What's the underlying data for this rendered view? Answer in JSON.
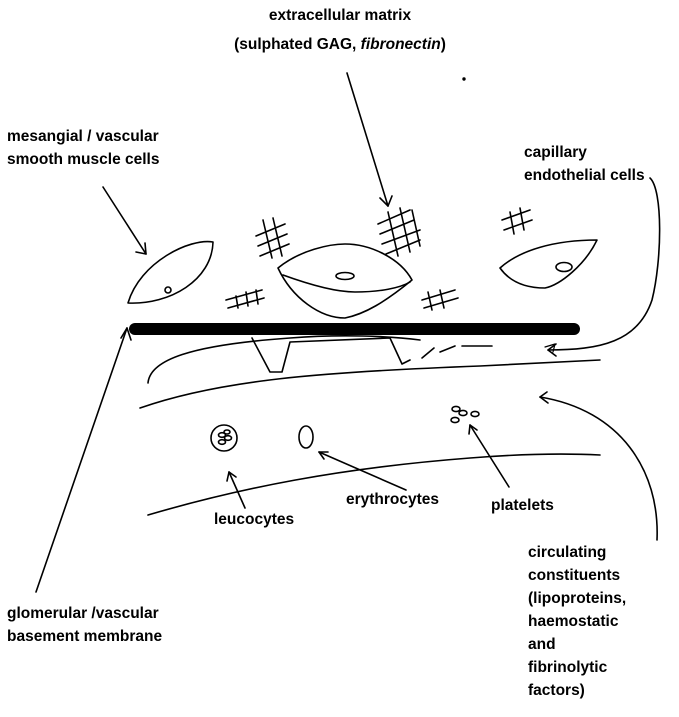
{
  "labels": {
    "extracellular_matrix": {
      "line1": "extracellular matrix",
      "line2_prefix": "(sulphated GAG, ",
      "line2_italic": "fibronectin",
      "line2_suffix": ")"
    },
    "smooth_muscle": [
      "mesangial / vascular",
      "smooth muscle cells"
    ],
    "endothelial": [
      "capillary",
      "endothelial cells"
    ],
    "leucocytes": "leucocytes",
    "erythrocytes": "erythrocytes",
    "platelets": "platelets",
    "circulating": [
      "circulating",
      "constituents",
      "(lipoproteins,",
      "haemostatic",
      "and",
      "fibrinolytic",
      "factors)"
    ],
    "basement_membrane": [
      "glomerular /vascular",
      "basement membrane"
    ]
  }
}
